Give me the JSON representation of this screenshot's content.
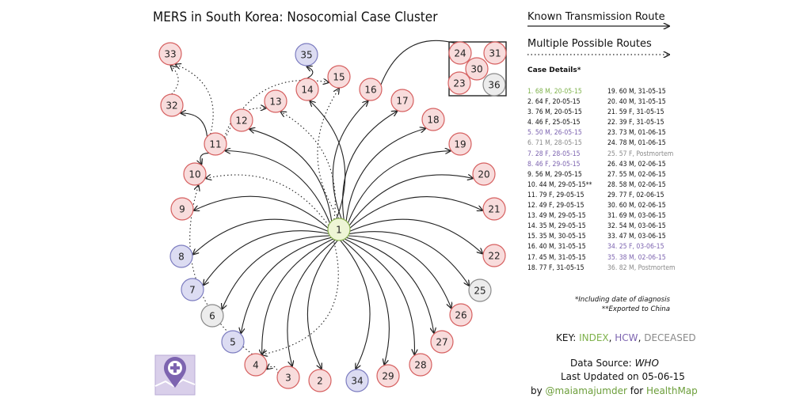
{
  "title": "MERS in South Korea: Nosocomial Case Cluster",
  "legend": {
    "known": "Known Transmission Route",
    "multiple": "Multiple Possible Routes"
  },
  "details_header": "Case Details*",
  "details_col1": [
    {
      "text": "1. 68 M, 20-05-15",
      "cls": "c-index"
    },
    {
      "text": "2. 64 F, 20-05-15",
      "cls": ""
    },
    {
      "text": "3. 76 M, 20-05-15",
      "cls": ""
    },
    {
      "text": "4. 46 F, 25-05-15",
      "cls": ""
    },
    {
      "text": "5. 50 M, 26-05-15",
      "cls": "c-hcw"
    },
    {
      "text": "6. 71 M, 28-05-15",
      "cls": "c-dec"
    },
    {
      "text": "7. 28 F, 28-05-15",
      "cls": "c-hcw"
    },
    {
      "text": "8. 46 F, 29-05-15",
      "cls": "c-hcw"
    },
    {
      "text": "9. 56 M, 29-05-15",
      "cls": ""
    },
    {
      "text": "10. 44 M, 29-05-15**",
      "cls": ""
    },
    {
      "text": "11. 79 F,  29-05-15",
      "cls": ""
    },
    {
      "text": "12. 49 F, 29-05-15",
      "cls": ""
    },
    {
      "text": "13. 49 M, 29-05-15",
      "cls": ""
    },
    {
      "text": "14. 35 M, 29-05-15",
      "cls": ""
    },
    {
      "text": "15. 35 M, 30-05-15",
      "cls": ""
    },
    {
      "text": "16. 40 M, 31-05-15",
      "cls": ""
    },
    {
      "text": "17. 45 M, 31-05-15",
      "cls": ""
    },
    {
      "text": "18. 77 F, 31-05-15",
      "cls": ""
    }
  ],
  "details_col2": [
    {
      "text": "19. 60 M, 31-05-15",
      "cls": ""
    },
    {
      "text": "20. 40 M, 31-05-15",
      "cls": ""
    },
    {
      "text": "21. 59 F, 31-05-15",
      "cls": ""
    },
    {
      "text": "22. 39 F, 31-05-15",
      "cls": ""
    },
    {
      "text": "23. 73 M, 01-06-15",
      "cls": ""
    },
    {
      "text": "24. 78 M, 01-06-15",
      "cls": ""
    },
    {
      "text": "25. 57 F, Postmortem",
      "cls": "c-dec"
    },
    {
      "text": "26. 43 M, 02-06-15",
      "cls": ""
    },
    {
      "text": "27. 55 M, 02-06-15",
      "cls": ""
    },
    {
      "text": "28. 58 M, 02-06-15",
      "cls": ""
    },
    {
      "text": "29. 77 F, 02-06-15",
      "cls": ""
    },
    {
      "text": "30. 60 M, 02-06-15",
      "cls": ""
    },
    {
      "text": "31. 69 M, 03-06-15",
      "cls": ""
    },
    {
      "text": "32. 54 M, 03-06-15",
      "cls": ""
    },
    {
      "text": "33. 47 M, 03-06-15",
      "cls": ""
    },
    {
      "text": "34. 25 F, 03-06-15",
      "cls": "c-hcw"
    },
    {
      "text": "35. 38 M, 02-06-15",
      "cls": "c-hcw"
    },
    {
      "text": "36. 82 M, Postmortem",
      "cls": "c-dec"
    }
  ],
  "notes": {
    "diagnosis": "*Including date of diagnosis",
    "exported": "**Exported to China"
  },
  "key": {
    "prefix": "KEY:",
    "index": "INDEX",
    "sep1": ",",
    "hcw": "HCW",
    "sep2": ",",
    "deceased": "DECEASED"
  },
  "credit": {
    "source_label": "Data Source:",
    "source": "WHO",
    "updated": "Last Updated on 05-06-15",
    "by": "by",
    "author": "@maiamajumder",
    "for": "for",
    "org": "HealthMap"
  },
  "colors": {
    "normal_fill": "#f8dcdc",
    "normal_stroke": "#d66060",
    "index_fill": "#eef5d5",
    "index_stroke": "#8cb455",
    "hcw_fill": "#dcdcf2",
    "hcw_stroke": "#7d7dc0",
    "dec_fill": "#ececec",
    "dec_stroke": "#8a8a8a",
    "hcw_text": "#7d64b0",
    "index_text": "#7fb24c",
    "dec_text": "#8a8a8a"
  },
  "nodes": [
    {
      "id": "1",
      "type": "index"
    },
    {
      "id": "2",
      "type": "normal"
    },
    {
      "id": "3",
      "type": "normal"
    },
    {
      "id": "4",
      "type": "normal"
    },
    {
      "id": "5",
      "type": "hcw"
    },
    {
      "id": "6",
      "type": "deceased"
    },
    {
      "id": "7",
      "type": "hcw"
    },
    {
      "id": "8",
      "type": "hcw"
    },
    {
      "id": "9",
      "type": "normal"
    },
    {
      "id": "10",
      "type": "normal"
    },
    {
      "id": "11",
      "type": "normal"
    },
    {
      "id": "12",
      "type": "normal"
    },
    {
      "id": "13",
      "type": "normal"
    },
    {
      "id": "14",
      "type": "normal"
    },
    {
      "id": "15",
      "type": "normal"
    },
    {
      "id": "16",
      "type": "normal"
    },
    {
      "id": "17",
      "type": "normal"
    },
    {
      "id": "18",
      "type": "normal"
    },
    {
      "id": "19",
      "type": "normal"
    },
    {
      "id": "20",
      "type": "normal"
    },
    {
      "id": "21",
      "type": "normal"
    },
    {
      "id": "22",
      "type": "normal"
    },
    {
      "id": "23",
      "type": "normal"
    },
    {
      "id": "24",
      "type": "normal"
    },
    {
      "id": "25",
      "type": "deceased"
    },
    {
      "id": "26",
      "type": "normal"
    },
    {
      "id": "27",
      "type": "normal"
    },
    {
      "id": "28",
      "type": "normal"
    },
    {
      "id": "29",
      "type": "normal"
    },
    {
      "id": "30",
      "type": "normal"
    },
    {
      "id": "31",
      "type": "normal"
    },
    {
      "id": "32",
      "type": "normal"
    },
    {
      "id": "33",
      "type": "normal"
    },
    {
      "id": "34",
      "type": "hcw"
    },
    {
      "id": "35",
      "type": "hcw"
    },
    {
      "id": "36",
      "type": "deceased"
    }
  ],
  "edges": [
    {
      "from": "1",
      "to": "2",
      "style": "known"
    },
    {
      "from": "1",
      "to": "3",
      "style": "known"
    },
    {
      "from": "1",
      "to": "4",
      "style": "known"
    },
    {
      "from": "1",
      "to": "5",
      "style": "known"
    },
    {
      "from": "1",
      "to": "6",
      "style": "known"
    },
    {
      "from": "1",
      "to": "7",
      "style": "known"
    },
    {
      "from": "1",
      "to": "8",
      "style": "known"
    },
    {
      "from": "1",
      "to": "9",
      "style": "known"
    },
    {
      "from": "1",
      "to": "10",
      "style": "multiple"
    },
    {
      "from": "1",
      "to": "11",
      "style": "known"
    },
    {
      "from": "1",
      "to": "12",
      "style": "known"
    },
    {
      "from": "1",
      "to": "13",
      "style": "multiple"
    },
    {
      "from": "1",
      "to": "14",
      "style": "known"
    },
    {
      "from": "1",
      "to": "15",
      "style": "multiple"
    },
    {
      "from": "1",
      "to": "16",
      "style": "known"
    },
    {
      "from": "1",
      "to": "17",
      "style": "known"
    },
    {
      "from": "1",
      "to": "18",
      "style": "known"
    },
    {
      "from": "1",
      "to": "19",
      "style": "known"
    },
    {
      "from": "1",
      "to": "20",
      "style": "known"
    },
    {
      "from": "1",
      "to": "21",
      "style": "known"
    },
    {
      "from": "1",
      "to": "22",
      "style": "known"
    },
    {
      "from": "1",
      "to": "25",
      "style": "known"
    },
    {
      "from": "1",
      "to": "26",
      "style": "known"
    },
    {
      "from": "1",
      "to": "27",
      "style": "known"
    },
    {
      "from": "1",
      "to": "28",
      "style": "known"
    },
    {
      "from": "1",
      "to": "29",
      "style": "known"
    },
    {
      "from": "1",
      "to": "34",
      "style": "known"
    },
    {
      "from": "11",
      "to": "32",
      "style": "known"
    },
    {
      "from": "32",
      "to": "33",
      "style": "multiple"
    },
    {
      "from": "11",
      "to": "33",
      "style": "multiple"
    },
    {
      "from": "11",
      "to": "13",
      "style": "multiple"
    },
    {
      "from": "11",
      "to": "15",
      "style": "multiple"
    },
    {
      "from": "11",
      "to": "10",
      "style": "known"
    },
    {
      "from": "14",
      "to": "35",
      "style": "known"
    },
    {
      "from": "16",
      "to": "cluster",
      "style": "known"
    },
    {
      "from": "1",
      "to": "4",
      "style": "multiple"
    },
    {
      "from": "3",
      "to": "4",
      "style": "multiple"
    },
    {
      "from": "4",
      "to": "10",
      "style": "multiple"
    }
  ]
}
